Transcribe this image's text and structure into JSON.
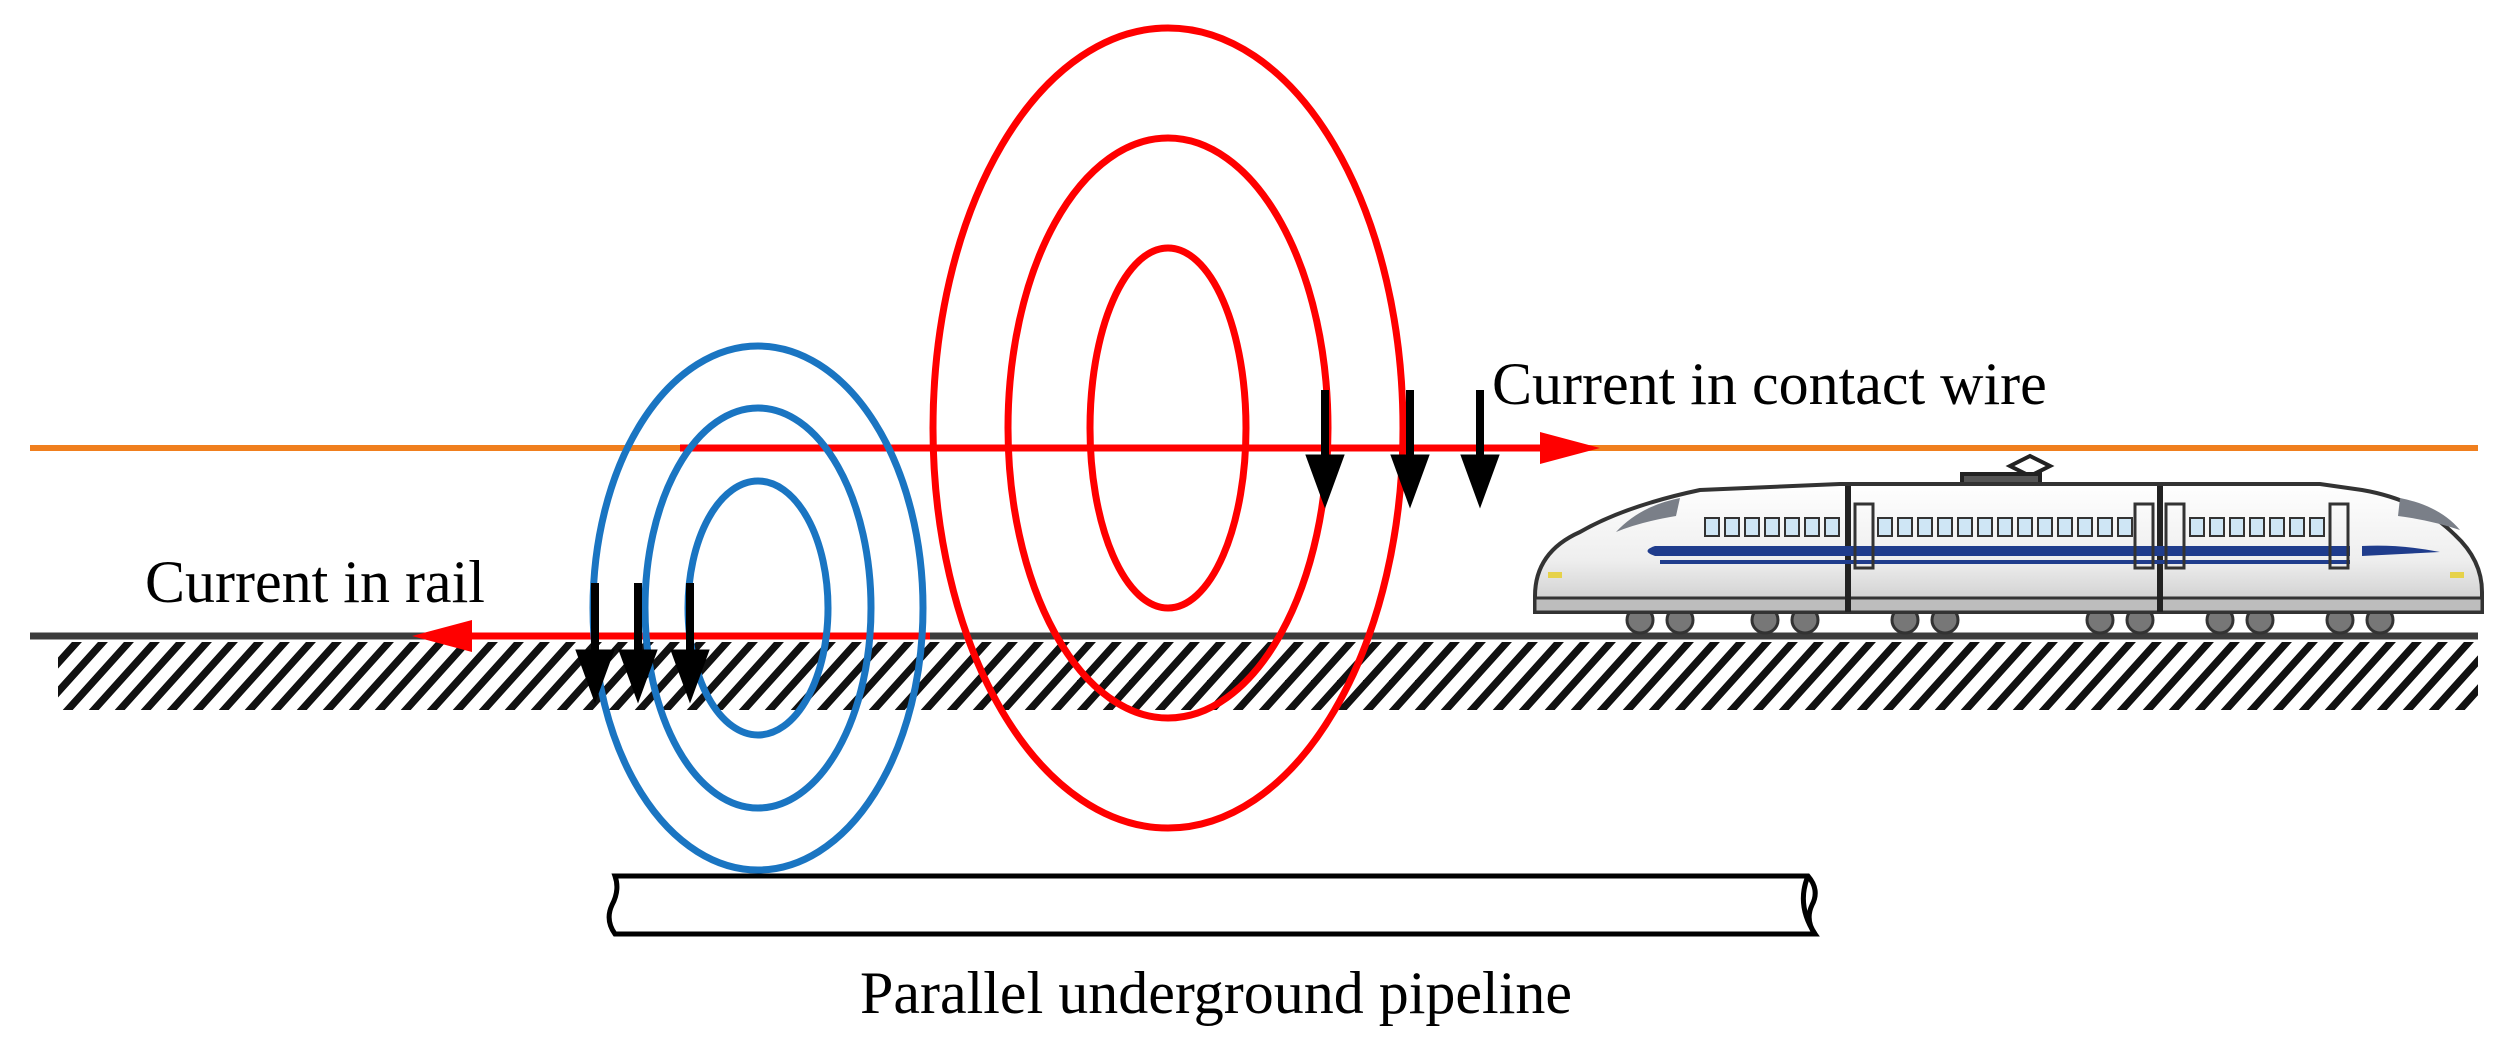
{
  "labels": {
    "contact_wire": "Current in contact wire",
    "rail": "Current in rail",
    "pipeline": "Parallel underground pipeline"
  },
  "colors": {
    "contact_wire_line": "#f07f1e",
    "contact_current": "#ff0000",
    "rail_current": "#ff0000",
    "rail_field": "#1a75c2",
    "rail_line": "#3c3c3c",
    "ground_hatch": "#111111",
    "field_arrow": "#000000",
    "pipeline": "#000000",
    "train_body": "#f2f2f2",
    "train_stripe": "#1f3c8c"
  },
  "icons": {
    "train": "high-speed-train-icon"
  }
}
